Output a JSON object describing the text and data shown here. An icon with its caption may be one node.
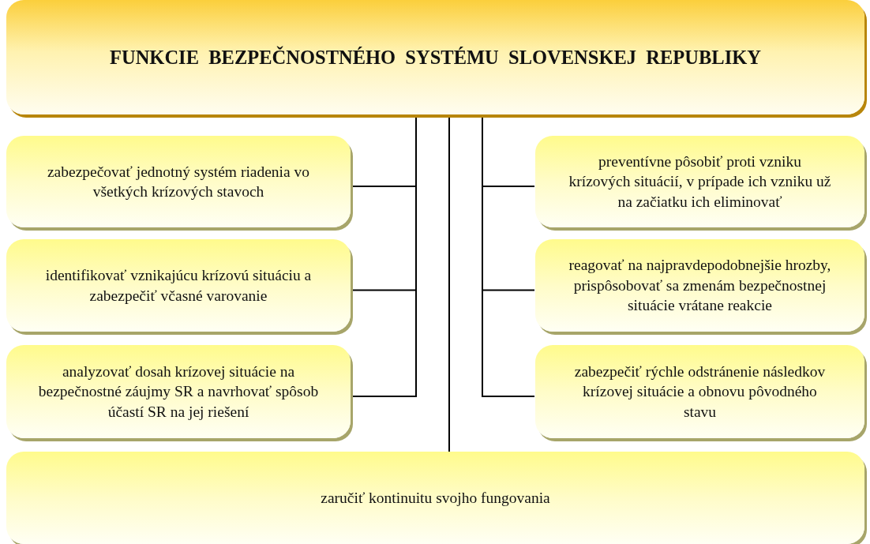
{
  "diagram": {
    "nodes": [
      {
        "text": [
          "FUNKCIE  BEZPEČNOSTNÉHO  SYSTÉMU  SLOVENSKEJ  REPUBLIKY"
        ]
      },
      {
        "text": [
          "zabezpečovať jednotný systém riadenia vo všetkých krízových stavoch"
        ]
      },
      {
        "text": [
          "preventívne pôsobiť proti vzniku krízových situácií, v prípade ich vzniku už na začiatku ich eliminovať"
        ]
      },
      {
        "text": [
          "identifikovať vznikajúcu krízovú situáciu a zabezpečiť včasné varovanie"
        ]
      },
      {
        "text": [
          "reagovať na najpravdepodobnejšie hrozby, prispôsobovať sa zmenám bezpečnostnej situácie vrátane reakcie"
        ]
      },
      {
        "text": [
          "analyzovať dosah krízovej situácie na bezpečnostné záujmy SR a navrhovať spôsob účastí SR na jej riešení"
        ]
      },
      {
        "text": [
          "zabezpečiť rýchle odstránenie následkov krízovej situácie a obnovu pôvodného stavu"
        ]
      },
      {
        "text": [
          "zaručiť kontinuitu svojho fungovania"
        ]
      }
    ],
    "edges": [
      {
        "from": 0,
        "to": 1,
        "arrow": "none"
      },
      {
        "from": 0,
        "to": 2,
        "arrow": "none"
      },
      {
        "from": 0,
        "to": 3,
        "arrow": "none"
      },
      {
        "from": 0,
        "to": 4,
        "arrow": "none"
      },
      {
        "from": 0,
        "to": 5,
        "arrow": "none"
      },
      {
        "from": 0,
        "to": 6,
        "arrow": "none"
      },
      {
        "from": 0,
        "to": 7,
        "arrow": "none"
      }
    ]
  }
}
